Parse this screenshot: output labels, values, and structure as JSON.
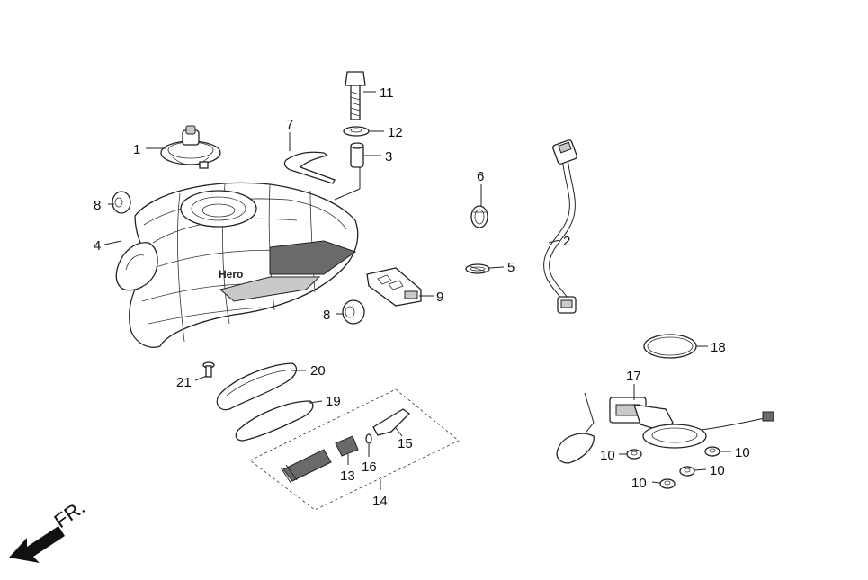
{
  "diagram": {
    "direction_label": "FR.",
    "brand_logo": "Hero",
    "callouts": [
      "1",
      "2",
      "3",
      "4",
      "5",
      "6",
      "7",
      "8",
      "8",
      "9",
      "10",
      "10",
      "10",
      "10",
      "11",
      "12",
      "13",
      "14",
      "15",
      "16",
      "17",
      "18",
      "19",
      "20",
      "21"
    ]
  }
}
